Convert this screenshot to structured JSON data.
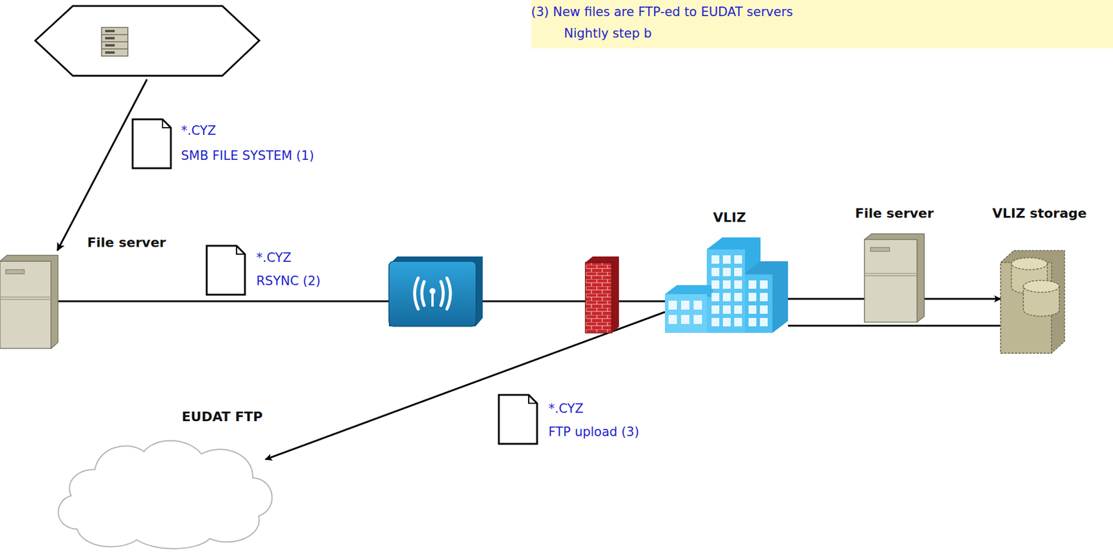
{
  "diagram": {
    "nodes": [
      {
        "text": [
          "File server"
        ]
      },
      {
        "text": [
          "VLIZ"
        ]
      },
      {
        "text": [
          "File server"
        ]
      },
      {
        "text": [
          "VLIZ storage"
        ]
      },
      {
        "text": [
          "EUDAT FTP"
        ]
      }
    ],
    "edges": [
      {
        "from": 0,
        "to": 1,
        "arrow": "none"
      },
      {
        "from": 1,
        "to": 2,
        "arrow": "none"
      },
      {
        "from": 2,
        "to": 3,
        "arrow": "to"
      },
      {
        "from": 1,
        "to": 3,
        "arrow": "none"
      },
      {
        "from": 1,
        "to": 4,
        "arrow": "to"
      }
    ],
    "labels": [
      "(3) New files are FTP-ed to EUDAT servers",
      "Nightly step b",
      "*.CYZ",
      "SMB FILE SYSTEM (1)",
      "*.CYZ",
      "RSYNC (2)",
      "*.CYZ",
      "FTP upload (3)"
    ]
  }
}
